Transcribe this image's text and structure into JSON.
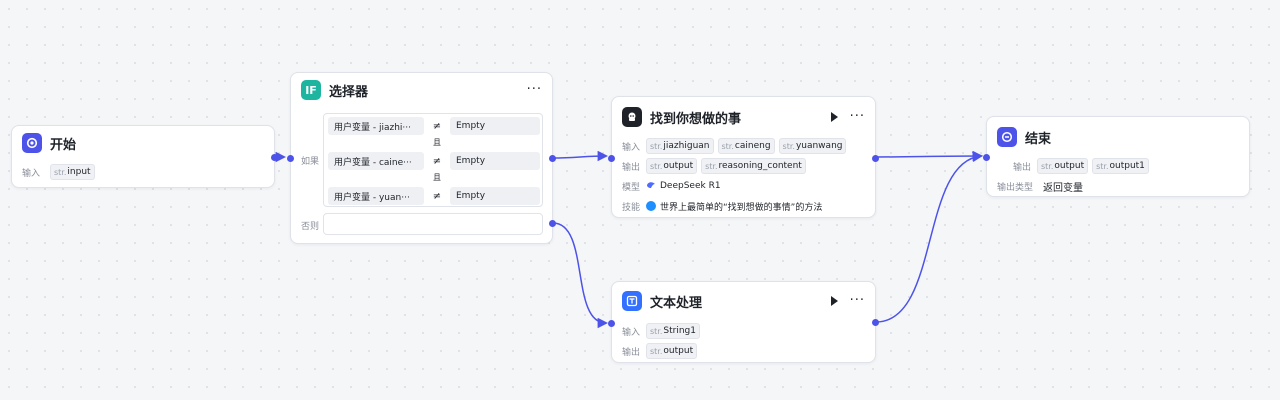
{
  "colors": {
    "accent": "#4d53e8",
    "start": "#4d53e8",
    "selector": "#1db5a0",
    "llm": "#1f2329",
    "text_proc": "#3370ff",
    "end": "#4d53e8",
    "skill": "#1f8fff"
  },
  "start_node": {
    "title": "开始",
    "icon": "start-icon",
    "input_label": "输入",
    "input_type": "str.",
    "input_name": "input"
  },
  "selector_node": {
    "title": "选择器",
    "icon_text": "IF",
    "more": "···",
    "if_label": "如果",
    "else_label": "否则",
    "conditions": [
      {
        "variable": "用户变量 - jiazhi···",
        "operator": "≠",
        "value": "Empty"
      },
      {
        "variable": "用户变量 - caine···",
        "operator": "≠",
        "value": "Empty"
      },
      {
        "variable": "用户变量 - yuan···",
        "operator": "≠",
        "value": "Empty"
      }
    ],
    "logic": [
      "且",
      "且"
    ]
  },
  "llm_node": {
    "title": "找到你想做的事",
    "more": "···",
    "input_label": "输入",
    "output_label": "输出",
    "model_label": "模型",
    "skill_label": "技能",
    "inputs": [
      {
        "type": "str.",
        "name": "jiazhiguan"
      },
      {
        "type": "str.",
        "name": "caineng"
      },
      {
        "type": "str.",
        "name": "yuanwang"
      }
    ],
    "outputs": [
      {
        "type": "str.",
        "name": "output"
      },
      {
        "type": "str.",
        "name": "reasoning_content"
      }
    ],
    "model": "DeepSeek R1",
    "skill": "世界上最简单的“找到想做的事情”的方法"
  },
  "text_node": {
    "title": "文本处理",
    "more": "···",
    "input_label": "输入",
    "output_label": "输出",
    "input": {
      "type": "str.",
      "name": "String1"
    },
    "output": {
      "type": "str.",
      "name": "output"
    }
  },
  "end_node": {
    "title": "结束",
    "output_label": "输出",
    "output_type_label": "输出类型",
    "outputs": [
      {
        "type": "str.",
        "name": "output"
      },
      {
        "type": "str.",
        "name": "output1"
      }
    ],
    "output_type": "返回变量"
  }
}
